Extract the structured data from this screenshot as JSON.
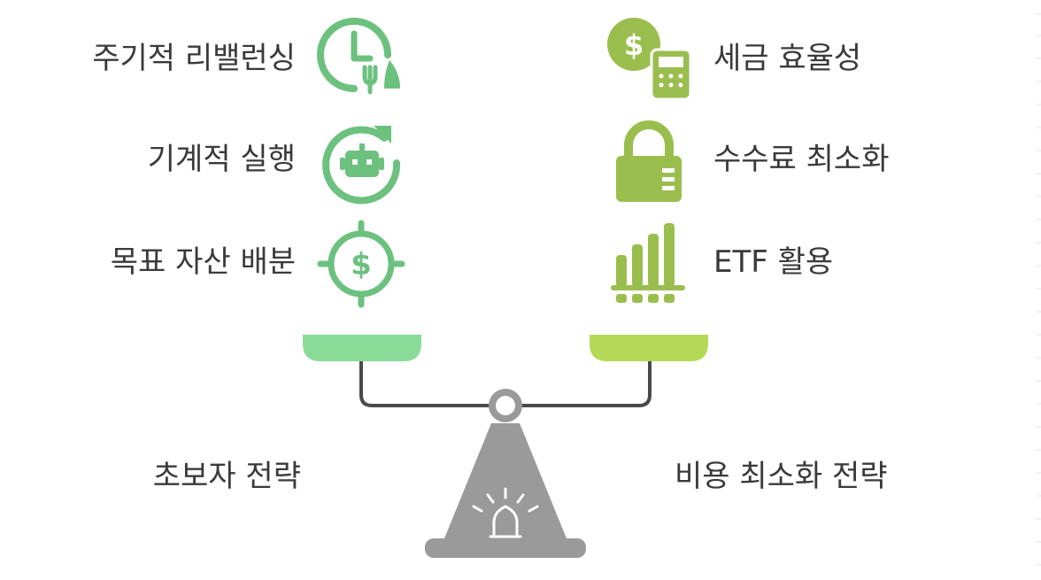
{
  "left_side": {
    "title": "초보자 전략",
    "items": [
      {
        "label": "주기적 리밸런싱",
        "icon": "clock-fork-knife-icon"
      },
      {
        "label": "기계적 실행",
        "icon": "robot-refresh-icon"
      },
      {
        "label": "목표 자산 배분",
        "icon": "dollar-target-icon"
      }
    ],
    "pan_color": "#8ADB98",
    "icon_color": "#6CC17E"
  },
  "right_side": {
    "title": "비용 최소화 전략",
    "items": [
      {
        "label": "세금 효율성",
        "icon": "dollar-calculator-icon"
      },
      {
        "label": "수수료 최소화",
        "icon": "padlock-icon"
      },
      {
        "label": "ETF 활용",
        "icon": "bar-chart-icon"
      }
    ],
    "pan_color": "#B4D957",
    "icon_color": "#9ABE4E"
  },
  "scale": {
    "stand_color": "#9A9A9A",
    "beam_color": "#4A4A4A"
  }
}
